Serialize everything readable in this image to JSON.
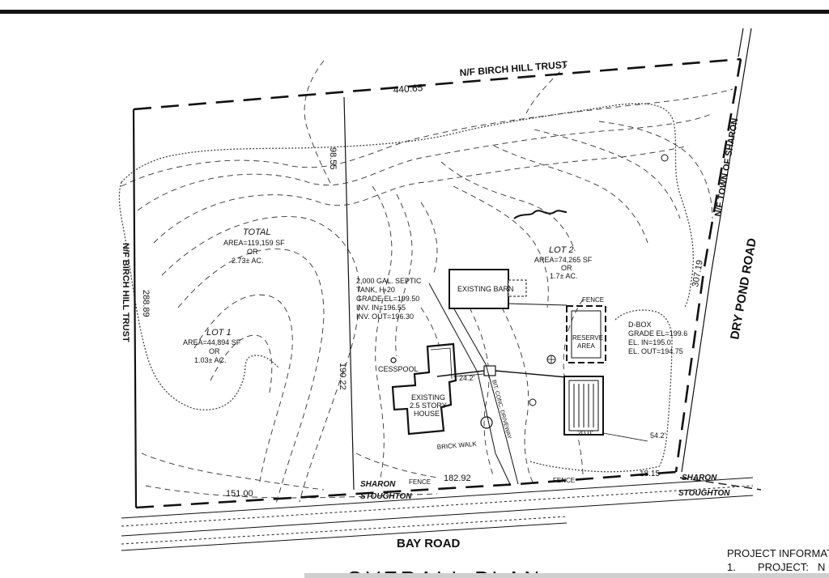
{
  "title": "OVERALL PLAN",
  "boundary": {
    "north_owner": "N/F BIRCH HILL TRUST",
    "north_length": "440.65",
    "west_owner": "N/F BIRCH HILL TRUST",
    "west_length": "288.89",
    "east_owner": "N/F TOWN OF SHARON",
    "east_length": "307.19",
    "interior_line_north": "98.55",
    "interior_line_south": "190.22",
    "south_segment_1": "151.00",
    "south_segment_2": "182.92",
    "south_segment_3": "18.15"
  },
  "total": {
    "label": "TOTAL",
    "area": "AREA=119,159 SF",
    "or": "OR",
    "acres": "2.73± AC."
  },
  "lot1": {
    "label": "LOT 1",
    "area": "AREA=44,894 SF",
    "or": "OR",
    "acres": "1.03± AC."
  },
  "lot2": {
    "label": "LOT 2",
    "area": "AREA=74,265 SF",
    "or": "OR",
    "acres": "1.7± AC."
  },
  "septic": {
    "line1": "2,000 GAL. SEPTIC",
    "line2": "TANK, H-20",
    "line3": "GRADE EL=199.50",
    "line4": "INV. IN=196.55",
    "line5": "INV. OUT=196.30"
  },
  "dbox": {
    "line1": "D-BOX",
    "line2": "GRADE EL=199.6",
    "line3": "EL. IN=195.0",
    "line4": "EL. OUT=194.75"
  },
  "labels": {
    "existing_barn": "EXISTING BARN",
    "house_line1": "EXISTING",
    "house_line2": "2.5 STORY",
    "house_line3": "HOUSE",
    "cesspool": "CESSPOOL",
    "brick_walk": "BRICK WALK",
    "driveway": "BIT. CONC. DRIVEWAY",
    "reserve_line1": "RESERVE",
    "reserve_line2": "AREA",
    "fence": "FENCE",
    "dim_24": "24.2'",
    "dim_20": "20.0'",
    "dim_54": "54.2'"
  },
  "roads": {
    "bay_road": "BAY ROAD",
    "dry_pond_road": "DRY POND ROAD",
    "sharon": "SHARON",
    "stoughton": "STOUGHTON"
  },
  "project_info": {
    "heading": "PROJECT INFORMAT",
    "item_number": "1.",
    "item_label": "PROJECT:",
    "item_value": "N"
  }
}
